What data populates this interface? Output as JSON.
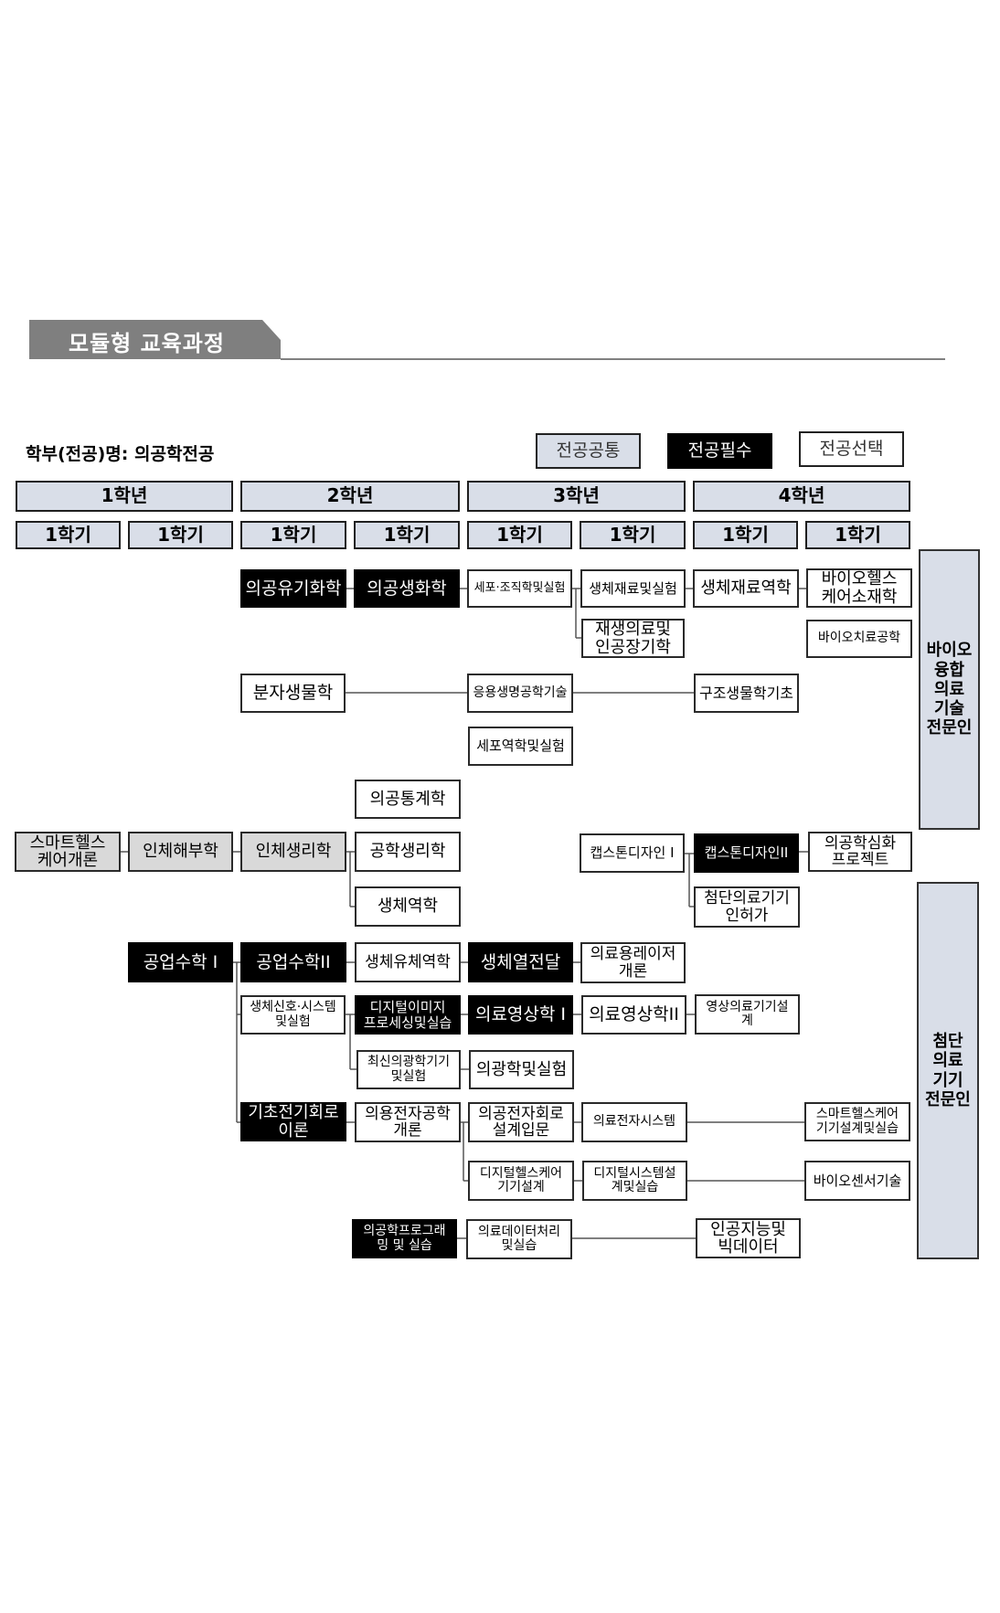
{
  "title": "모듈형 교육과정",
  "department": "학부(전공)명: 의공학전공",
  "legend": {
    "common": "전공공통",
    "required": "전공필수",
    "elective": "전공선택"
  },
  "years": [
    "1학년",
    "2학년",
    "3학년",
    "4학년"
  ],
  "semester_label": "1학기",
  "tracks": [
    "바이오\n융합\n의료\n기술\n전문인",
    "첨단\n의료\n기기\n전문인"
  ],
  "courses": {
    "c01": "의공유기화학",
    "c02": "의공생화학",
    "c03": "세포·조직학및실험",
    "c04": "생체재료및실험",
    "c05": "생체재료역학",
    "c06": "바이오헬스\n케어소재학",
    "c07": "재생의료및\n인공장기학",
    "c08": "바이오치료공학",
    "c09": "분자생물학",
    "c10": "응용생명공학기술",
    "c11": "구조생물학기초",
    "c12": "세포역학및실험",
    "c13": "의공통계학",
    "c14": "스마트헬스\n케어개론",
    "c15": "인체해부학",
    "c16": "인체생리학",
    "c17": "공학생리학",
    "c18": "캡스톤디자인 I",
    "c19": "캡스톤디자인II",
    "c20": "의공학심화\n프로젝트",
    "c21": "생체역학",
    "c22": "첨단의료기기\n인허가",
    "c23": "공업수학 I",
    "c24": "공업수학II",
    "c25": "생체유체역학",
    "c26": "생체열전달",
    "c27": "의료용레이저\n개론",
    "c28": "생체신호·시스템\n및실험",
    "c29": "디지털이미지\n프로세싱및실습",
    "c30": "의료영상학 I",
    "c31": "의료영상학II",
    "c32": "영상의료기기설\n계",
    "c33": "최신의광학기기\n및실험",
    "c34": "의광학및실험",
    "c35": "기초전기회로\n이론",
    "c36": "의용전자공학\n개론",
    "c37": "의공전자회로\n설계입문",
    "c38": "의료전자시스템",
    "c39": "스마트헬스케어\n기기설계및실습",
    "c40": "디지털헬스케어\n기기설계",
    "c41": "디지털시스템설\n계및실습",
    "c42": "바이오센서기술",
    "c43": "의공학프로그래\n밍 및 실습",
    "c44": "의료데이터처리\n및실습",
    "c45": "인공지능및\n빅데이터"
  }
}
